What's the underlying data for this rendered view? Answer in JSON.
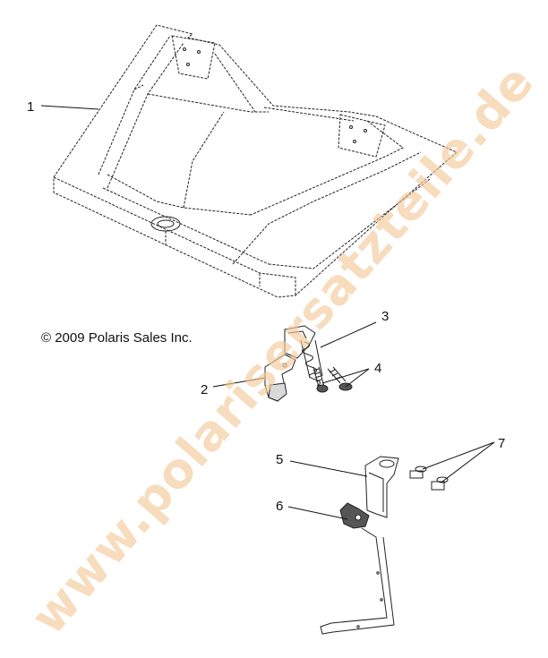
{
  "callouts": [
    "1",
    "2",
    "3",
    "4",
    "5",
    "6",
    "7"
  ],
  "copyright": "© 2009 Polaris Sales Inc.",
  "watermark": "www.polarisersatzteile.de",
  "watermark_color": "#f3c99a"
}
